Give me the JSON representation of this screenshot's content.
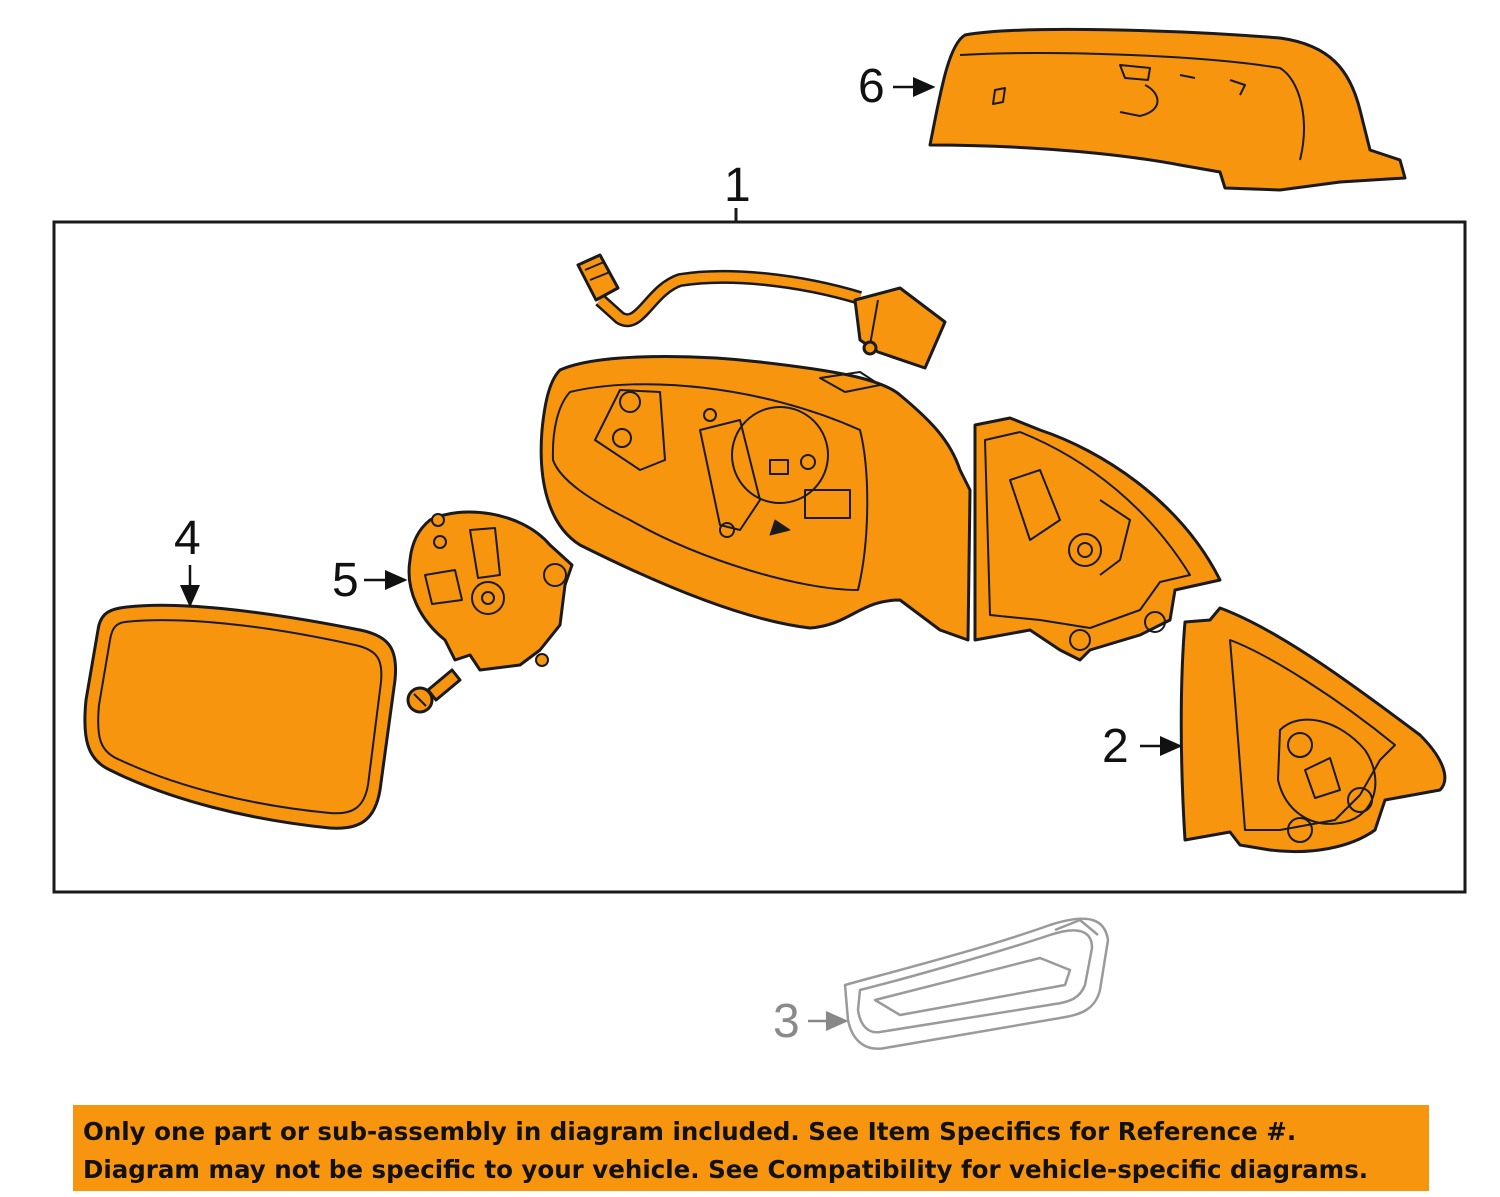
{
  "colors": {
    "part_fill": "#f7950f",
    "outline": "#1a1a1a",
    "excluded_part": "#9a9a9a",
    "notice_background": "#f7950f",
    "frame": "#1a1a1a"
  },
  "callouts": {
    "c1": "1",
    "c2": "2",
    "c3": "3",
    "c4": "4",
    "c5": "5",
    "c6": "6"
  },
  "notice": {
    "line1": "Only one part or sub-assembly in diagram included. See Item Specifics for Reference #.",
    "line2": "Diagram may not be specific to your vehicle. See Compatibility for vehicle-specific diagrams."
  }
}
